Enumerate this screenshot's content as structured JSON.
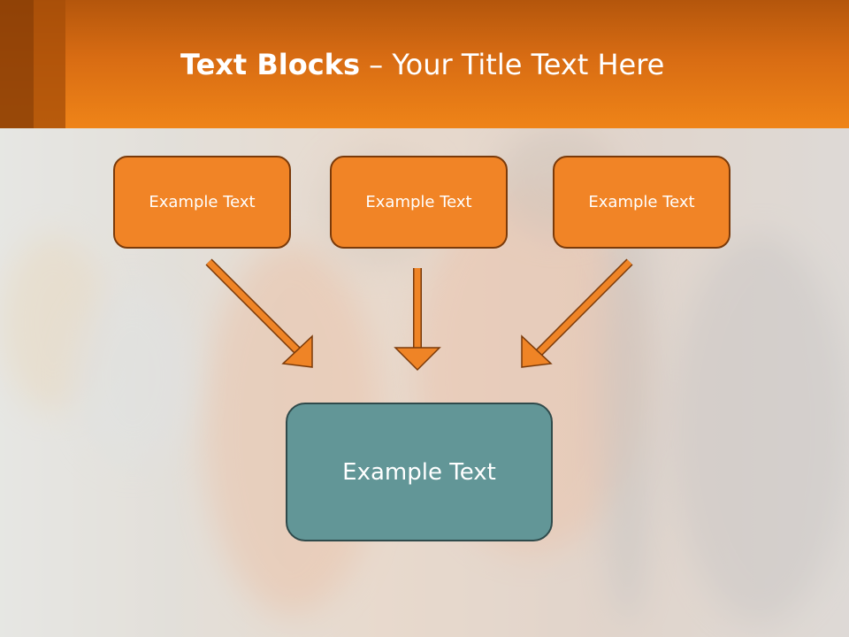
{
  "slide": {
    "title_bold": "Text Blocks",
    "title_dash": " – ",
    "title_rest": "Your Title Text Here"
  },
  "blocks": [
    {
      "label": "Example Text"
    },
    {
      "label": "Example Text"
    },
    {
      "label": "Example Text"
    }
  ],
  "main_block": {
    "label": "Example Text"
  },
  "colors": {
    "header": "#ef8418",
    "block_fill": "#f18426",
    "block_border": "#7a3a0a",
    "main_fill": "#629697",
    "main_border": "#2f4a4b",
    "arrow": "#ef8426"
  }
}
